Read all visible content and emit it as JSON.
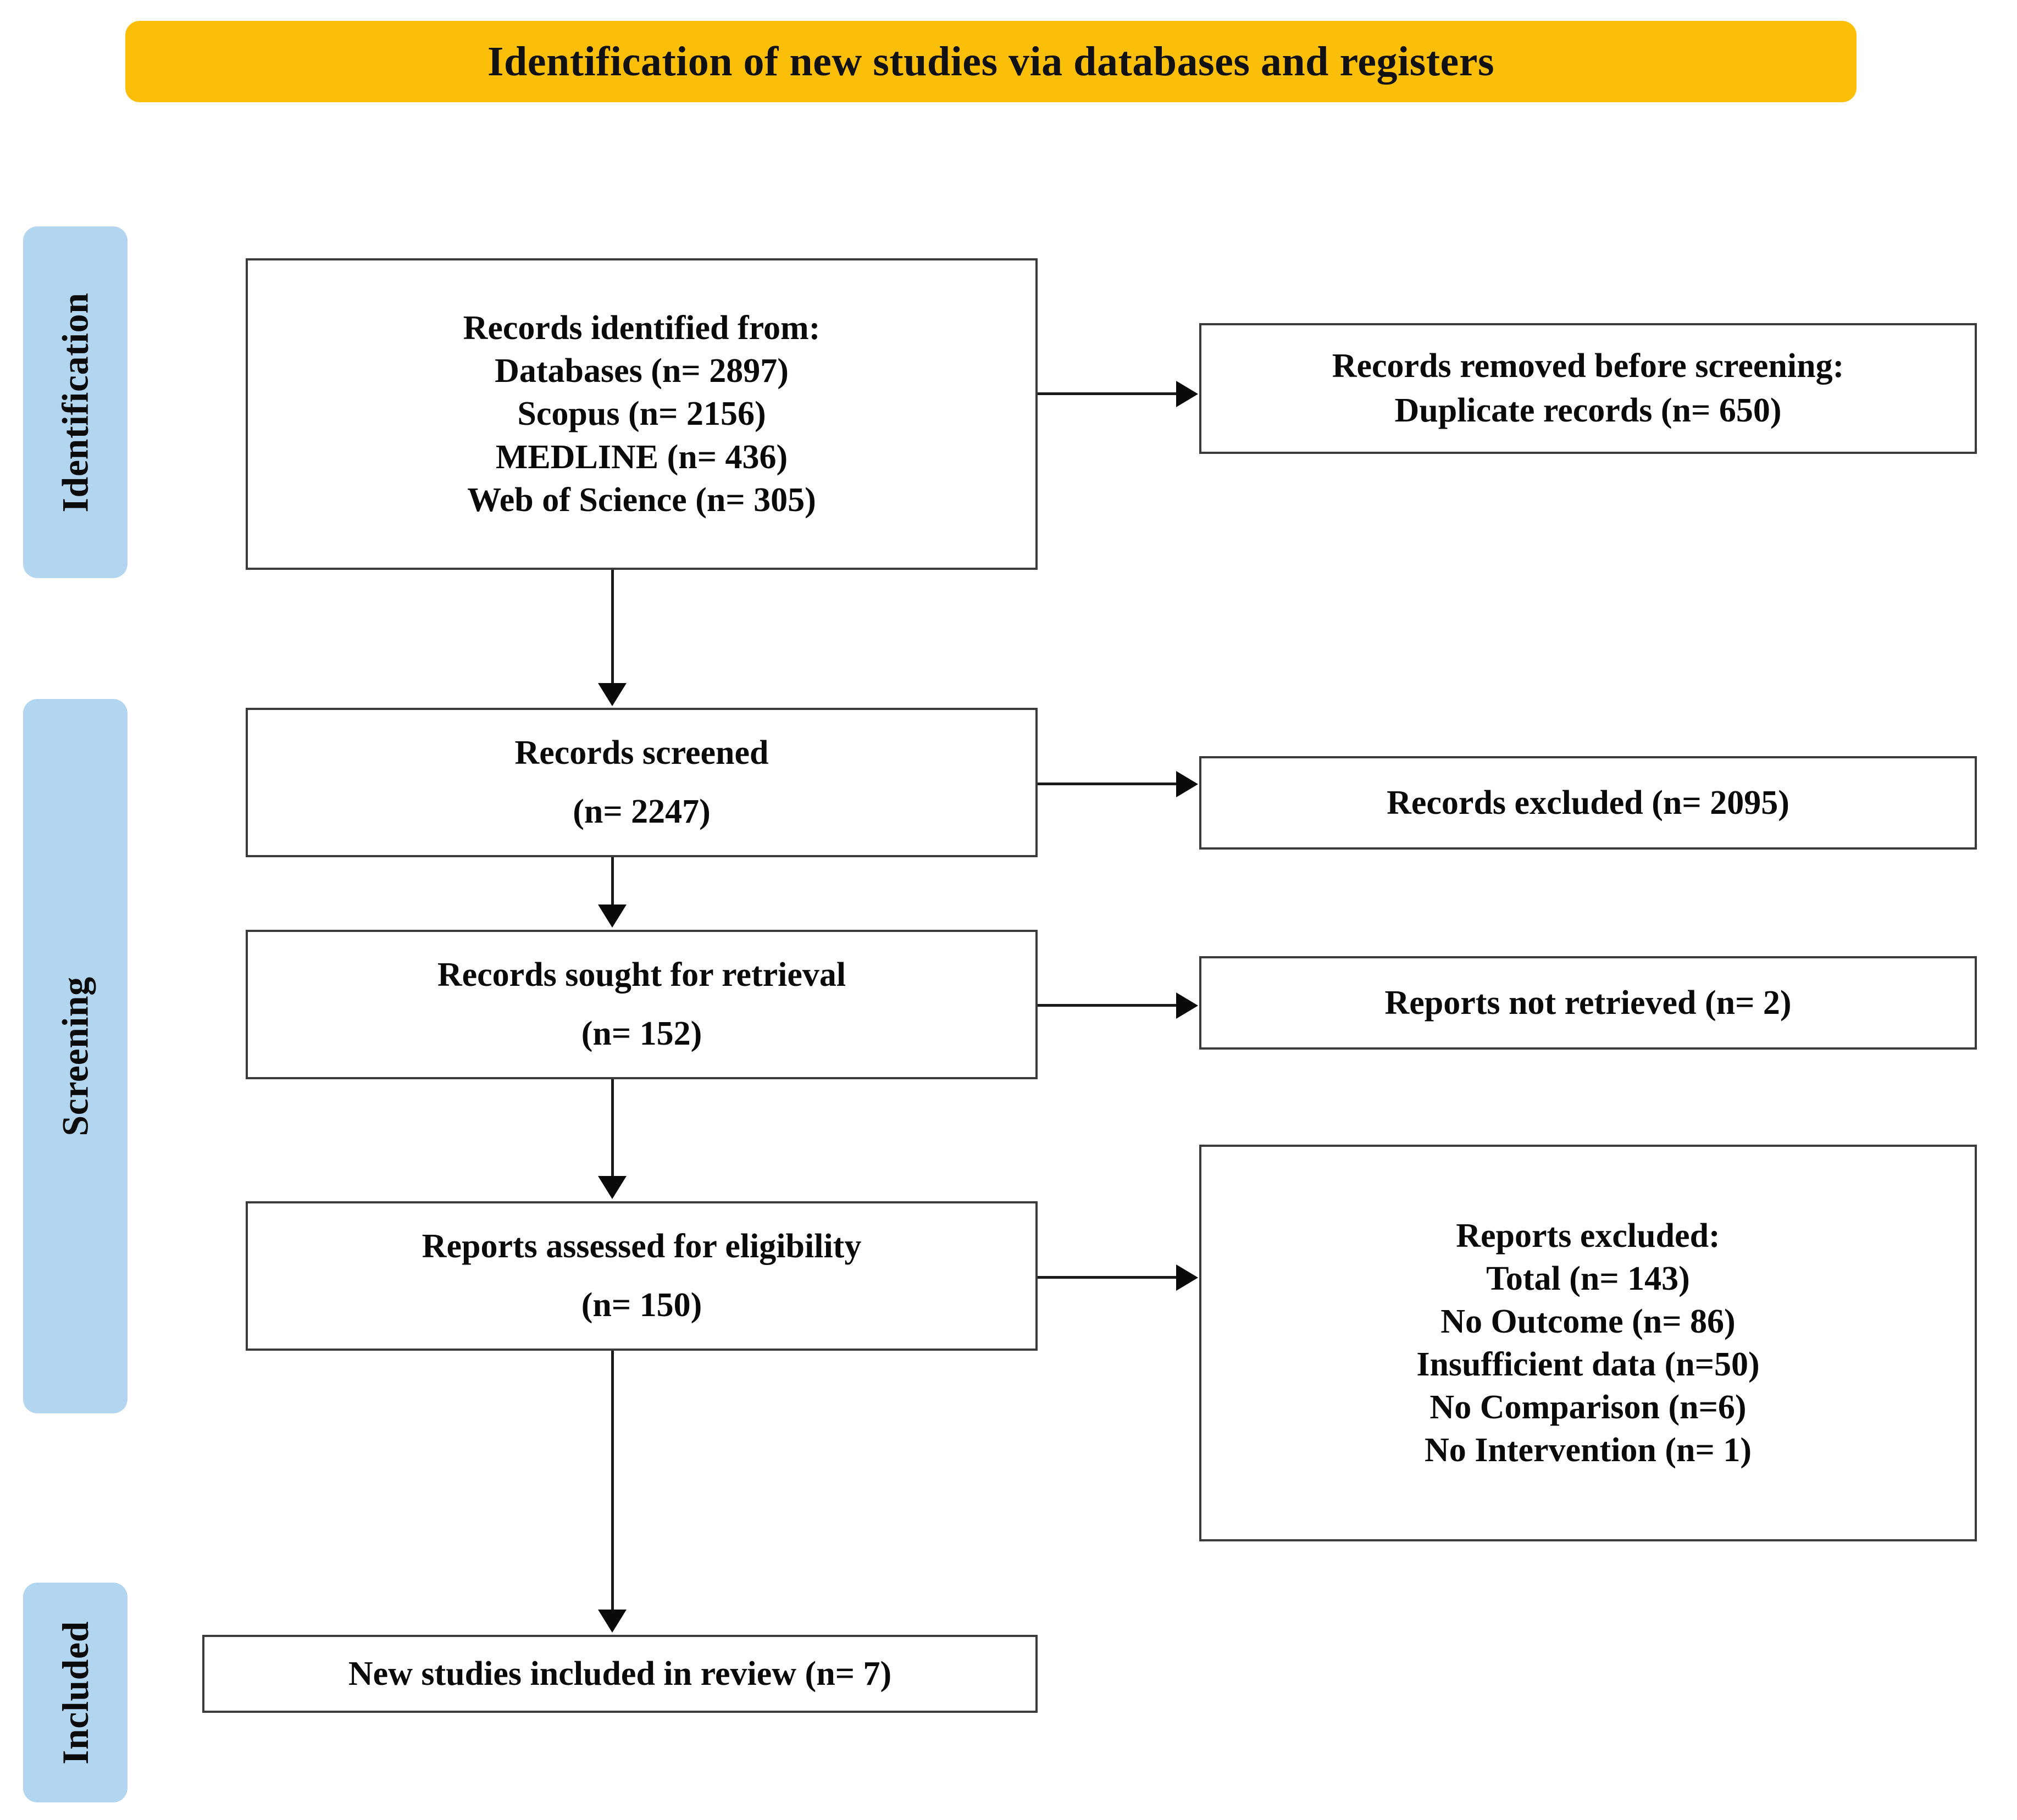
{
  "banner": {
    "title": "Identification of new studies via databases and registers",
    "color": "#FBBE09"
  },
  "phases": {
    "color": "#B2D6F0",
    "items": [
      {
        "key": "identification",
        "label": "Identification"
      },
      {
        "key": "screening",
        "label": "Screening"
      },
      {
        "key": "included",
        "label": "Included"
      }
    ]
  },
  "boxes": {
    "identified": {
      "lines": [
        "Records identified from:",
        "Databases (n= 2897)",
        "Scopus (n= 2156)",
        "MEDLINE (n= 436)",
        "Web of Science (n= 305)"
      ]
    },
    "removed": {
      "lines": [
        "Records removed before screening:",
        "Duplicate records  (n= 650)"
      ]
    },
    "screened": {
      "lines": [
        "Records screened",
        "(n= 2247)"
      ]
    },
    "records_excluded": {
      "lines": [
        "Records excluded (n= 2095)"
      ]
    },
    "sought": {
      "lines": [
        "Records sought for retrieval",
        "(n= 152)"
      ]
    },
    "not_retrieved": {
      "lines": [
        "Reports not retrieved (n= 2)"
      ]
    },
    "assessed": {
      "lines": [
        "Reports assessed for eligibility",
        "(n= 150)"
      ]
    },
    "reports_excluded": {
      "lines": [
        "Reports excluded:",
        "Total (n= 143)",
        "No Outcome (n= 86)",
        "Insufficient data (n=50)",
        "No Comparison (n=6)",
        "No Intervention (n= 1)"
      ]
    },
    "included": {
      "lines": [
        "New studies included in review  (n= 7)"
      ]
    }
  },
  "chart_data": {
    "type": "diagram",
    "title": "Identification of new studies via databases and registers",
    "nodes": [
      {
        "id": "identified",
        "phase": "Identification",
        "column": "left",
        "label": "Records identified from: Databases (n= 2897), Scopus (n= 2156), MEDLINE (n= 436), Web of Science (n= 305)",
        "values": {
          "databases": 2897,
          "scopus": 2156,
          "medline": 436,
          "web_of_science": 305
        }
      },
      {
        "id": "removed",
        "phase": "Identification",
        "column": "right",
        "label": "Records removed before screening: Duplicate records (n= 650)",
        "values": {
          "duplicate_records": 650
        }
      },
      {
        "id": "screened",
        "phase": "Screening",
        "column": "left",
        "label": "Records screened (n= 2247)",
        "values": {
          "n": 2247
        }
      },
      {
        "id": "records_excluded",
        "phase": "Screening",
        "column": "right",
        "label": "Records excluded (n= 2095)",
        "values": {
          "n": 2095
        }
      },
      {
        "id": "sought",
        "phase": "Screening",
        "column": "left",
        "label": "Records sought for retrieval (n= 152)",
        "values": {
          "n": 152
        }
      },
      {
        "id": "not_retrieved",
        "phase": "Screening",
        "column": "right",
        "label": "Reports not retrieved (n= 2)",
        "values": {
          "n": 2
        }
      },
      {
        "id": "assessed",
        "phase": "Screening",
        "column": "left",
        "label": "Reports assessed for eligibility (n= 150)",
        "values": {
          "n": 150
        }
      },
      {
        "id": "reports_excluded",
        "phase": "Screening",
        "column": "right",
        "label": "Reports excluded: Total (n= 143), No Outcome (n= 86), Insufficient data (n=50), No Comparison (n=6), No Intervention (n= 1)",
        "values": {
          "total": 143,
          "no_outcome": 86,
          "insufficient_data": 50,
          "no_comparison": 6,
          "no_intervention": 1
        }
      },
      {
        "id": "included",
        "phase": "Included",
        "column": "left",
        "label": "New studies included in review (n= 7)",
        "values": {
          "n": 7
        }
      }
    ],
    "edges": [
      {
        "from": "identified",
        "to": "removed",
        "direction": "right"
      },
      {
        "from": "identified",
        "to": "screened",
        "direction": "down"
      },
      {
        "from": "screened",
        "to": "records_excluded",
        "direction": "right"
      },
      {
        "from": "screened",
        "to": "sought",
        "direction": "down"
      },
      {
        "from": "sought",
        "to": "not_retrieved",
        "direction": "right"
      },
      {
        "from": "sought",
        "to": "assessed",
        "direction": "down"
      },
      {
        "from": "assessed",
        "to": "reports_excluded",
        "direction": "right"
      },
      {
        "from": "assessed",
        "to": "included",
        "direction": "down"
      }
    ]
  }
}
